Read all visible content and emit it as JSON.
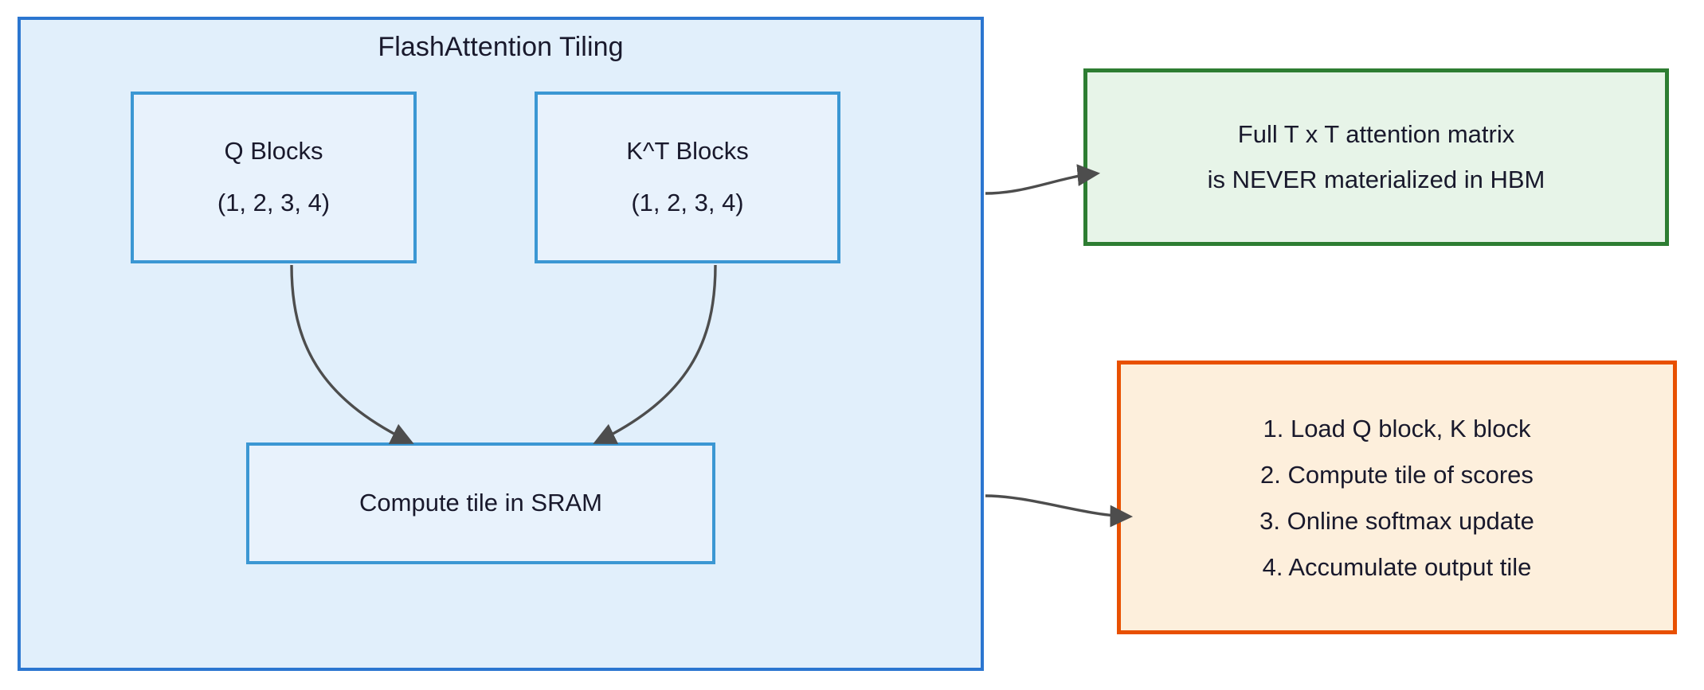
{
  "diagram": {
    "title": "FlashAttention Tiling",
    "container": {
      "label": "FlashAttention Tiling",
      "fill": "#e1effb",
      "border": "#2b76d0"
    },
    "nodes": {
      "q_blocks": {
        "line1": "Q Blocks",
        "line2": "(1, 2, 3, 4)",
        "fill": "#e8f2fc",
        "border": "#3b97d3"
      },
      "kt_blocks": {
        "line1": "K^T Blocks",
        "line2": "(1, 2, 3, 4)",
        "fill": "#e8f2fc",
        "border": "#3b97d3"
      },
      "compute_sram": {
        "line1": "Compute tile in SRAM",
        "fill": "#e8f2fc",
        "border": "#3b97d3"
      }
    },
    "notes": {
      "no_materialize": {
        "line1": "Full T x T attention matrix",
        "line2": "is NEVER materialized in HBM",
        "fill": "#e7f4e8",
        "border": "#2d7d32"
      },
      "steps": {
        "items": [
          "1. Load Q block, K block",
          "2. Compute tile of scores",
          "3. Online softmax update",
          "4. Accumulate output tile"
        ],
        "fill": "#fdefdc",
        "border": "#e85000"
      }
    },
    "arrows": {
      "color": "#4d4d4d",
      "q_to_sram": "Q Blocks to Compute tile in SRAM",
      "kt_to_sram": "K^T Blocks to Compute tile in SRAM",
      "container_to_note": "FlashAttention Tiling to Full T x T attention matrix note",
      "container_to_steps": "FlashAttention Tiling to steps note"
    }
  }
}
